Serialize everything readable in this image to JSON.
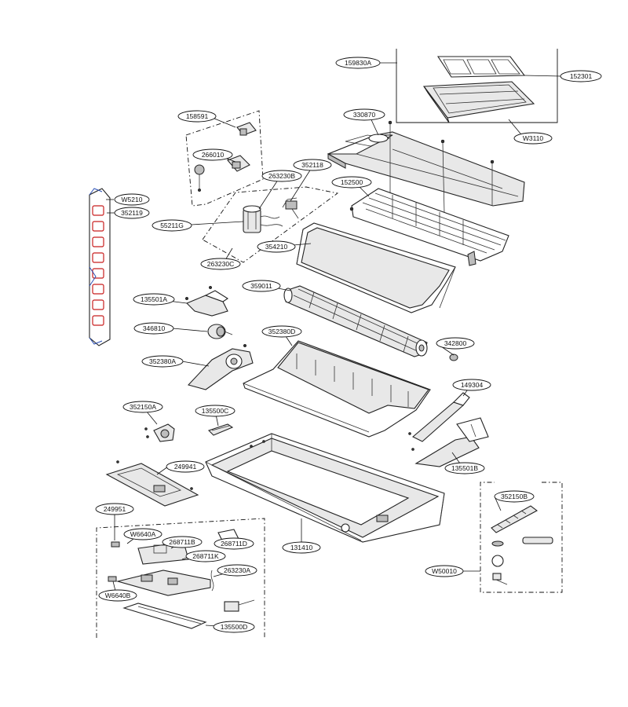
{
  "diagram": {
    "labels": [
      {
        "id": "159830A",
        "text": "159830A"
      },
      {
        "id": "152301",
        "text": "152301"
      },
      {
        "id": "W3110",
        "text": "W3110"
      },
      {
        "id": "330870",
        "text": "330870"
      },
      {
        "id": "158591",
        "text": "158591"
      },
      {
        "id": "266010",
        "text": "266010"
      },
      {
        "id": "352118",
        "text": "352118"
      },
      {
        "id": "263230B",
        "text": "263230B"
      },
      {
        "id": "152500",
        "text": "152500"
      },
      {
        "id": "W5210",
        "text": "W5210"
      },
      {
        "id": "352119",
        "text": "352119"
      },
      {
        "id": "55211G",
        "text": "55211G"
      },
      {
        "id": "354210",
        "text": "354210"
      },
      {
        "id": "263230C",
        "text": "263230C"
      },
      {
        "id": "359011",
        "text": "359011"
      },
      {
        "id": "135501A",
        "text": "135501A"
      },
      {
        "id": "346810",
        "text": "346810"
      },
      {
        "id": "352380D",
        "text": "352380D"
      },
      {
        "id": "342800",
        "text": "342800"
      },
      {
        "id": "352380A",
        "text": "352380A"
      },
      {
        "id": "149304",
        "text": "149304"
      },
      {
        "id": "352150A",
        "text": "352150A"
      },
      {
        "id": "135500C",
        "text": "135500C"
      },
      {
        "id": "135501B",
        "text": "135501B"
      },
      {
        "id": "249941",
        "text": "249941"
      },
      {
        "id": "352150B",
        "text": "352150B"
      },
      {
        "id": "249951",
        "text": "249951"
      },
      {
        "id": "W6640A",
        "text": "W6640A"
      },
      {
        "id": "268711B",
        "text": "268711B"
      },
      {
        "id": "268711D",
        "text": "268711D"
      },
      {
        "id": "268711K",
        "text": "268711K"
      },
      {
        "id": "131410",
        "text": "131410"
      },
      {
        "id": "263230A",
        "text": "263230A"
      },
      {
        "id": "W50010",
        "text": "W50010"
      },
      {
        "id": "W6640B",
        "text": "W6640B"
      },
      {
        "id": "135500D",
        "text": "135500D"
      }
    ]
  }
}
